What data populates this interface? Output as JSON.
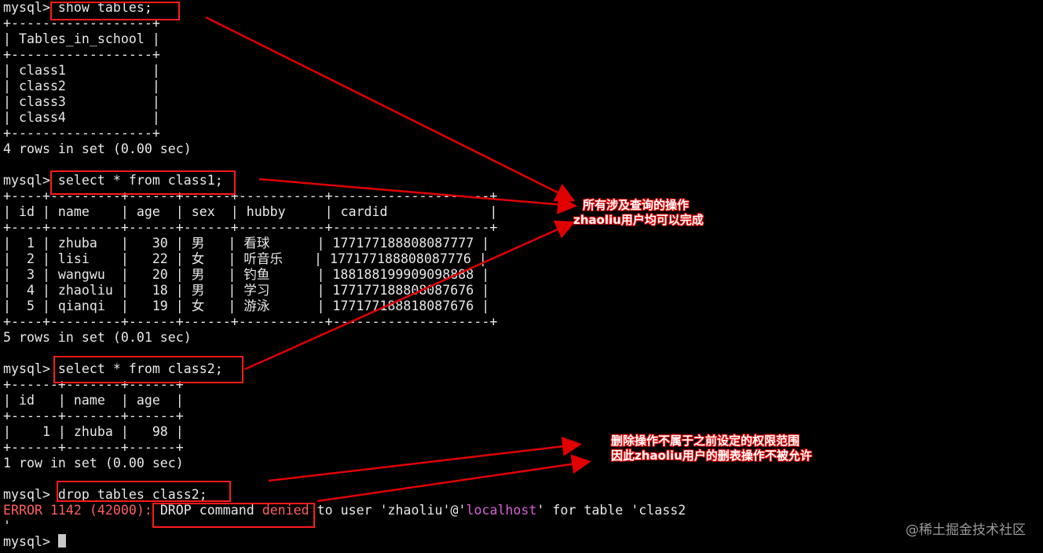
{
  "terminal": {
    "lines": [
      "mysql> show tables;",
      "+------------------+",
      "| Tables_in_school |",
      "+------------------+",
      "| class1           |",
      "| class2           |",
      "| class3           |",
      "| class4           |",
      "+------------------+",
      "4 rows in set (0.00 sec)",
      "",
      "mysql> select * from class1;",
      "+----+---------+------+------+-----------+--------------------+",
      "| id | name    | age  | sex  | hubby     | cardid             |",
      "+----+---------+------+------+-----------+--------------------+",
      "|  1 | zhuba   |   30 | 男   | 看球      | 177177188808087777 |",
      "|  2 | lisi    |   22 | 女   | 听音乐    | 177177188808087776 |",
      "|  3 | wangwu  |   20 | 男   | 钓鱼      | 188188199909098888 |",
      "|  4 | zhaoliu |   18 | 男   | 学习      | 177177188808087676 |",
      "|  5 | qianqi  |   19 | 女   | 游泳      | 177177188818087676 |",
      "+----+---------+------+------+-----------+--------------------+",
      "5 rows in set (0.01 sec)",
      "",
      "mysql> select * from class2;",
      "+------+-------+------+",
      "| id   | name  | age  |",
      "+------+-------+------+",
      "|    1 | zhuba |   98 |",
      "+------+-------+------+",
      "1 row in set (0.00 sec)",
      "",
      "mysql> drop tables class2;"
    ],
    "error": {
      "code": "ERROR 1142 (42000):",
      "drop": " DROP command ",
      "denied": "denied",
      "to_user": " to user 'zhaoliu'@'",
      "host": "localhost",
      "rest": "' for table 'class2",
      "tail": "'"
    },
    "prompt": "mysql> "
  },
  "annotations": {
    "note1_line1": "所有涉及查询的操作",
    "note1_line2": "zhaoliu用户均可以完成",
    "note2_line1": "删除操作不属于之前设定的权限范围",
    "note2_line2": "因此zhaoliu用户的删表操作不被允许"
  },
  "watermark": "@稀土掘金技术社区",
  "colors": {
    "background": "#000000",
    "text": "#e8e8e8",
    "error": "#ff5f5f",
    "highlight_box": "#ff1a1a",
    "arrow": "#e00000",
    "host": "#d55fd5"
  }
}
